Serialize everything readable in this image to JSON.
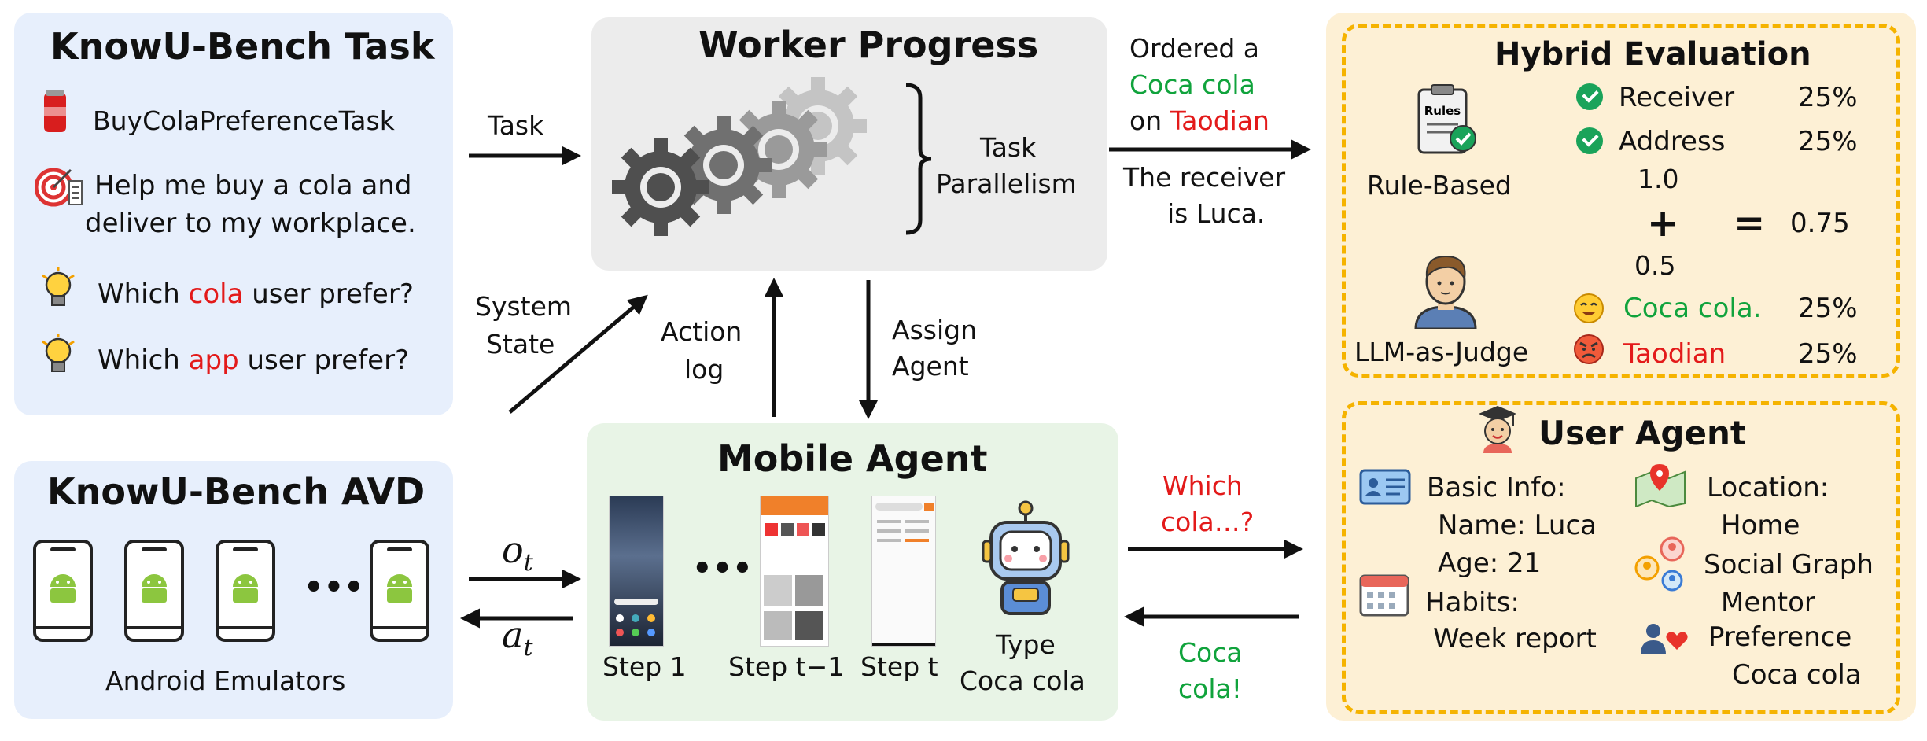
{
  "task_panel": {
    "title": "KnowU-Bench Task",
    "task_name": "BuyColaPreferenceTask",
    "instruction_line1": "Help me buy a cola and",
    "instruction_line2": "deliver to my workplace.",
    "q1_pre": "Which ",
    "q1_hl": "cola",
    "q1_post": " user prefer?",
    "q2_pre": "Which ",
    "q2_hl": "app",
    "q2_post": " user prefer?"
  },
  "avd_panel": {
    "title": "KnowU-Bench AVD",
    "ellipsis": "•••",
    "caption": "Android Emulators"
  },
  "worker_panel": {
    "title": "Worker Progress",
    "bracket_line1": "Task",
    "bracket_line2": "Parallelism"
  },
  "mobile_panel": {
    "title": "Mobile Agent",
    "ellipsis": "•••",
    "step1": "Step 1",
    "step_t1": "Step t−1",
    "step_t": "Step t",
    "action_line1": "Type",
    "action_line2": "Coca cola"
  },
  "arrows": {
    "task": "Task",
    "system_line1": "System",
    "system_line2": "State",
    "action_line1": "Action",
    "action_line2": "log",
    "assign_line1": "Assign",
    "assign_line2": "Agent",
    "obs_base": "o",
    "obs_sub": "t",
    "act_base": "a",
    "act_sub": "t",
    "ordered_line1": "Ordered a",
    "ordered_line2": "Coca cola",
    "ordered_line3_pre": "on ",
    "ordered_line3_hl": "Taodian",
    "receiver_line1": "The receiver",
    "receiver_line2": "is Luca.",
    "which_line1": "Which",
    "which_line2": "cola…?",
    "reply_line1": "Coca",
    "reply_line2": "cola!"
  },
  "hybrid": {
    "title": "Hybrid Evaluation",
    "rule_label": "Rule-Based",
    "rules_icon_text": "Rules",
    "llm_label": "LLM-as-Judge",
    "receiver": "Receiver",
    "receiver_pct": "25%",
    "address": "Address",
    "address_pct": "25%",
    "rule_score": "1.0",
    "plus": "+",
    "equals": "=",
    "total": "0.75",
    "llm_score": "0.5",
    "coca": "Coca cola.",
    "coca_pct": "25%",
    "taodian": "Taodian",
    "taodian_pct": "25%"
  },
  "user_agent": {
    "title": "User Agent",
    "basic_label": "Basic Info:",
    "name": "Name: Luca",
    "age": "Age: 21",
    "habits_label": "Habits:",
    "habit": "Week report",
    "location_label": "Location:",
    "location": "Home",
    "social_label": "Social Graph",
    "social": "Mentor",
    "pref_label": "Preference",
    "pref": "Coca cola"
  },
  "colors": {
    "task_bg": "#e7effc",
    "worker_bg": "#ececec",
    "mobile_bg": "#e8f4e6",
    "right_bg": "#fdf0d5",
    "dash": "#f5b300",
    "red": "#e31a1a",
    "green": "#10a33c"
  }
}
